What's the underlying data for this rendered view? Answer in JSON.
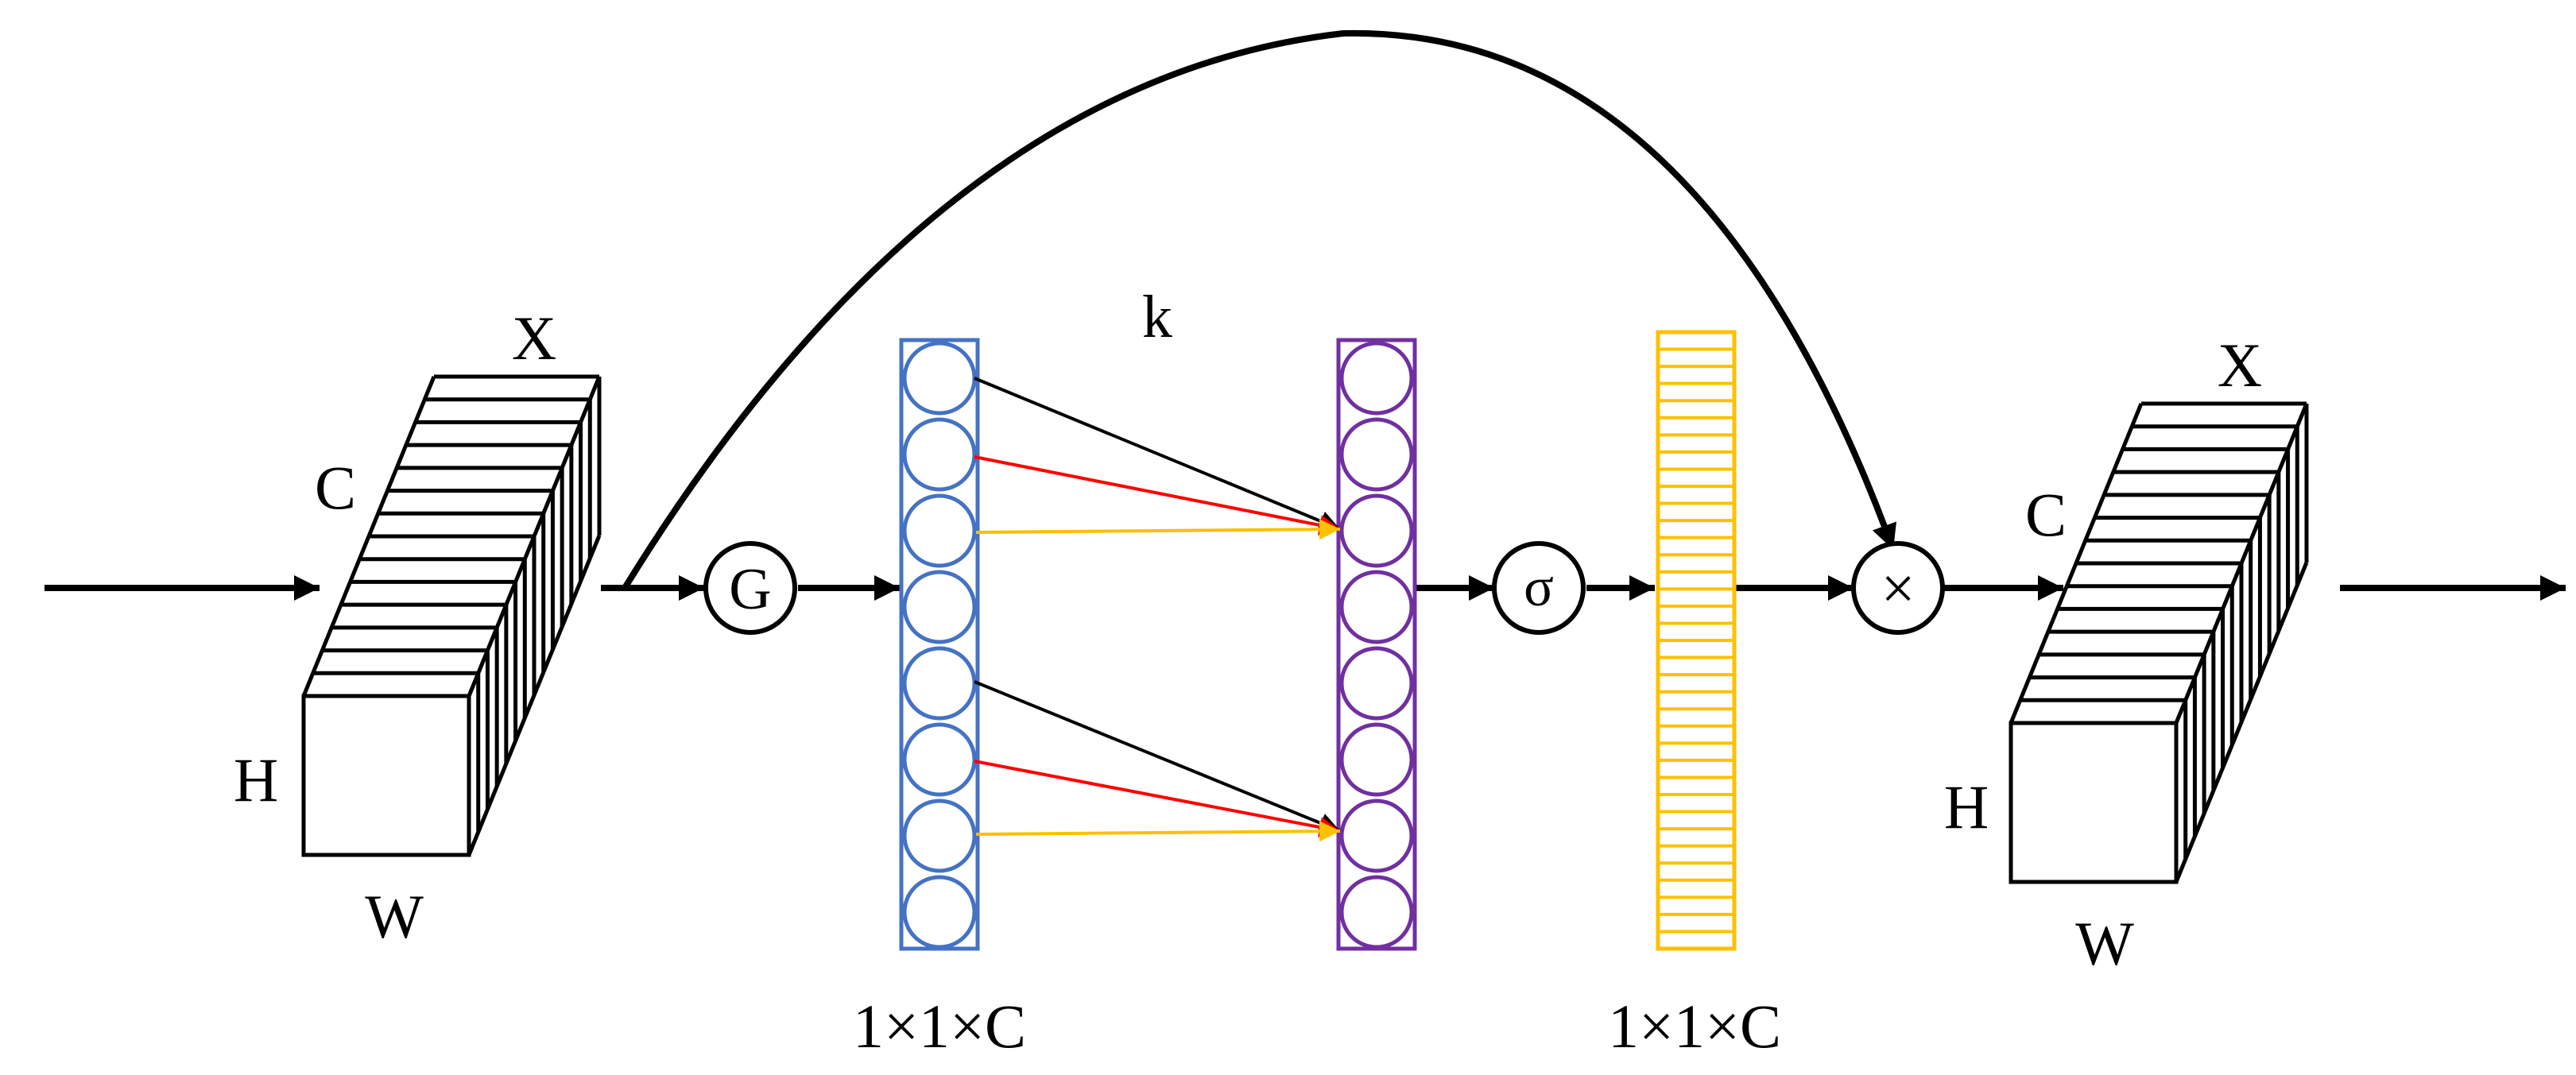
{
  "input_block": {
    "label_x": "X",
    "label_c": "C",
    "label_h": "H",
    "label_w": "W"
  },
  "output_block": {
    "label_x": "X",
    "label_c": "C",
    "label_h": "H",
    "label_w": "W"
  },
  "gap_node": {
    "symbol": "G"
  },
  "sigmoid_node": {
    "symbol": "σ"
  },
  "multiply_node": {
    "symbol": "×"
  },
  "kernel_label": "k",
  "pooled_vector_label": "1×1×C",
  "weight_vector_label": "1×1×C",
  "colors": {
    "pooled_vector": "#4472c4",
    "conv_vector": "#7030a0",
    "weight_vector": "#ffc000",
    "arrow_neighbor_1": "#000000",
    "arrow_neighbor_2": "#ff0000",
    "arrow_neighbor_3": "#ffc000"
  }
}
